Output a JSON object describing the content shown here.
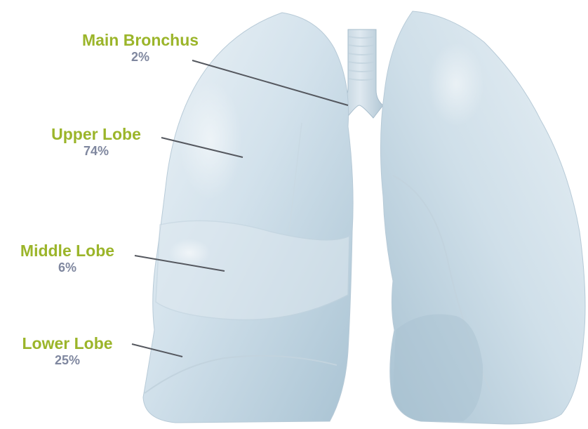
{
  "colors": {
    "label_green": "#9bb52a",
    "percent_gray": "#7f879f",
    "leader_line": "#55585f",
    "lung_fill": "#c9dbe6"
  },
  "callouts": [
    {
      "name": "Main Bronchus",
      "percent": "2%"
    },
    {
      "name": "Upper Lobe",
      "percent": "74%"
    },
    {
      "name": "Middle Lobe",
      "percent": "6%"
    },
    {
      "name": "Lower Lobe",
      "percent": "25%"
    }
  ]
}
